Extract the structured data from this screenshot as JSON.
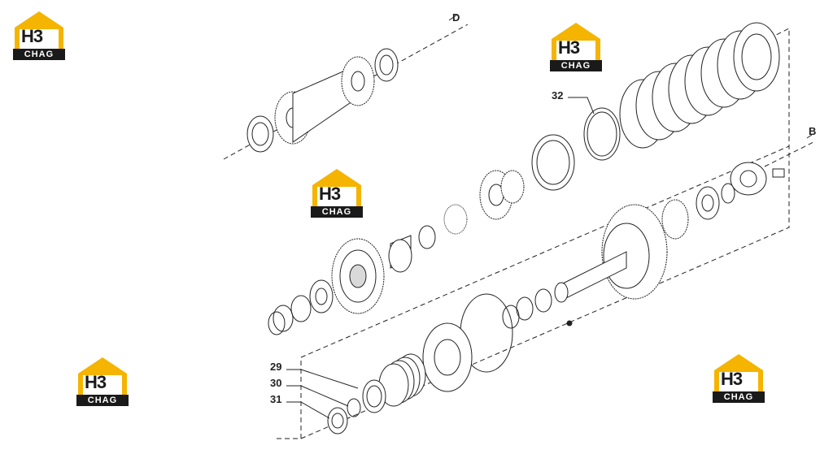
{
  "logo": {
    "line1": "H3",
    "line2": "CHAG",
    "brand_color": "#f4b400"
  },
  "callouts": {
    "c29": "29",
    "c30": "30",
    "c31": "31",
    "c32": "32",
    "axisD": "D",
    "axisB": "B"
  },
  "colors": {
    "line": "#222222",
    "fill": "#ffffff",
    "shade": "#d9d9d9"
  }
}
